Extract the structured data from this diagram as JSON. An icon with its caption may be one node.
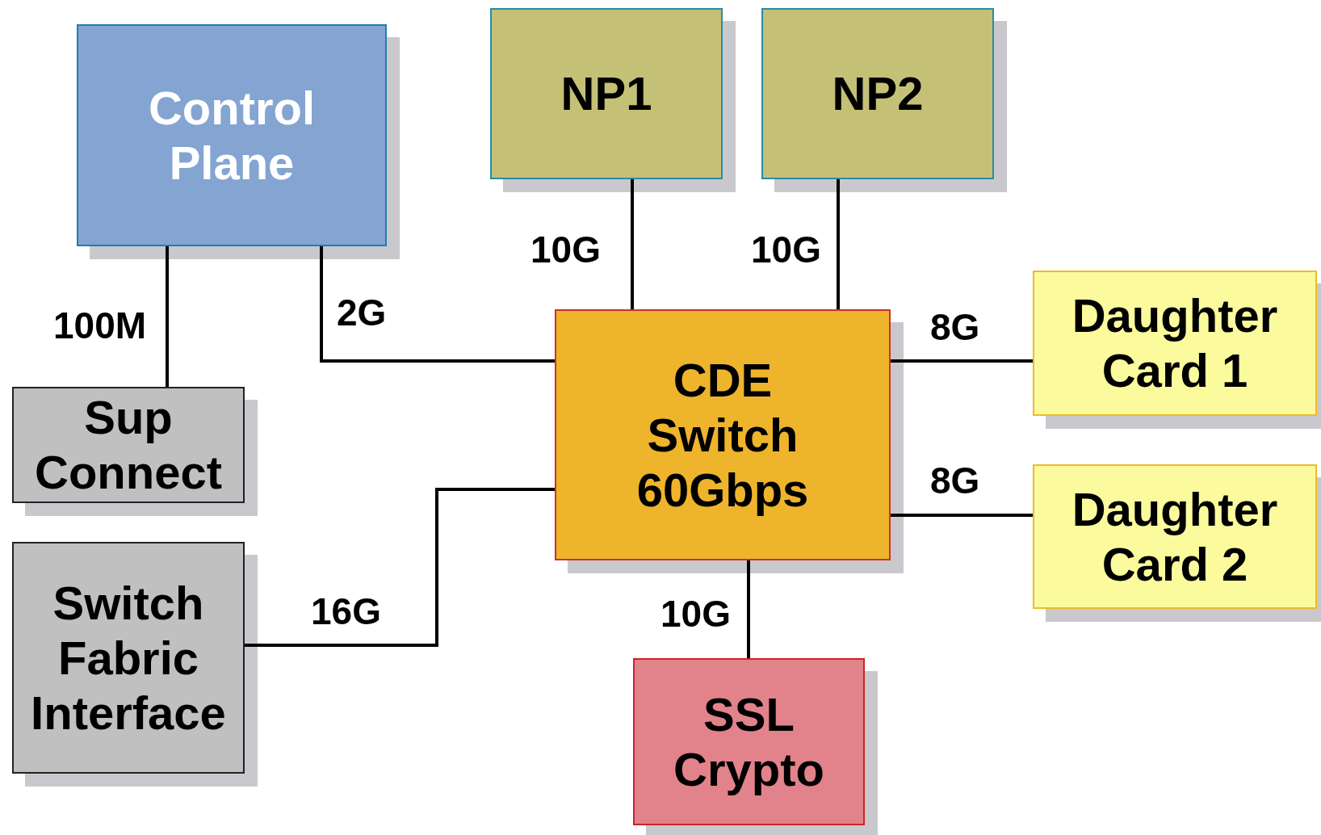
{
  "diagram": {
    "nodes": [
      {
        "text": [
          "Control Plane"
        ]
      },
      {
        "text": [
          "NP1"
        ]
      },
      {
        "text": [
          "NP2"
        ]
      },
      {
        "text": [
          "Sup Connect"
        ]
      },
      {
        "text": [
          "CDE Switch 60Gbps"
        ]
      },
      {
        "text": [
          "Daughter Card 1"
        ]
      },
      {
        "text": [
          "Daughter Card 2"
        ]
      },
      {
        "text": [
          "Switch Fabric Interface"
        ]
      },
      {
        "text": [
          "SSL Crypto"
        ]
      }
    ],
    "edges": [
      {
        "from": 0,
        "to": 3,
        "arrow": "none",
        "label": "100M"
      },
      {
        "from": 0,
        "to": 4,
        "arrow": "none",
        "label": "2G"
      },
      {
        "from": 1,
        "to": 4,
        "arrow": "none",
        "label": "10G"
      },
      {
        "from": 2,
        "to": 4,
        "arrow": "none",
        "label": "10G"
      },
      {
        "from": 4,
        "to": 5,
        "arrow": "none",
        "label": "8G"
      },
      {
        "from": 4,
        "to": 6,
        "arrow": "none",
        "label": "8G"
      },
      {
        "from": 4,
        "to": 7,
        "arrow": "none",
        "label": "16G"
      },
      {
        "from": 4,
        "to": 8,
        "arrow": "none",
        "label": "10G"
      }
    ]
  }
}
